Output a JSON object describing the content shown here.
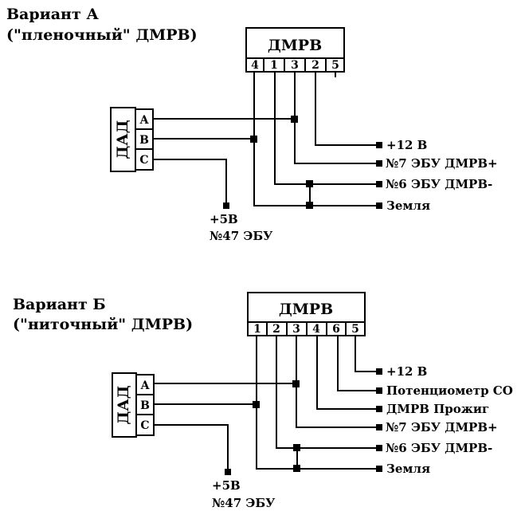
{
  "variant_a": {
    "title_line1": "Вариант А",
    "title_line2": "(\"пленочный\" ДМРВ)",
    "dmrv_title": "ДМРВ",
    "pins": [
      "4",
      "1",
      "3",
      "2",
      "5"
    ],
    "dad_label": "ДАД",
    "dad_pins": [
      "A",
      "B",
      "C"
    ],
    "labels": {
      "plus12": "+12 В",
      "ecu7": "№7 ЭБУ ДМРВ+",
      "ecu6": "№6 ЭБУ ДМРВ-",
      "ground": "Земля",
      "plus5": "+5В",
      "ecu47": "№47 ЭБУ"
    }
  },
  "variant_b": {
    "title_line1": "Вариант Б",
    "title_line2": "(\"ниточный\" ДМРВ)",
    "dmrv_title": "ДМРВ",
    "pins": [
      "1",
      "2",
      "3",
      "4",
      "6",
      "5"
    ],
    "dad_label": "ДАД",
    "dad_pins": [
      "A",
      "B",
      "C"
    ],
    "labels": {
      "plus12": "+12 В",
      "pot_co": "Потенциометр СО",
      "burn": "ДМРВ Прожиг",
      "ecu7": "№7 ЭБУ ДМРВ+",
      "ecu6": "№6 ЭБУ ДМРВ-",
      "ground": "Земля",
      "plus5": "+5В",
      "ecu47": "№47 ЭБУ"
    }
  }
}
